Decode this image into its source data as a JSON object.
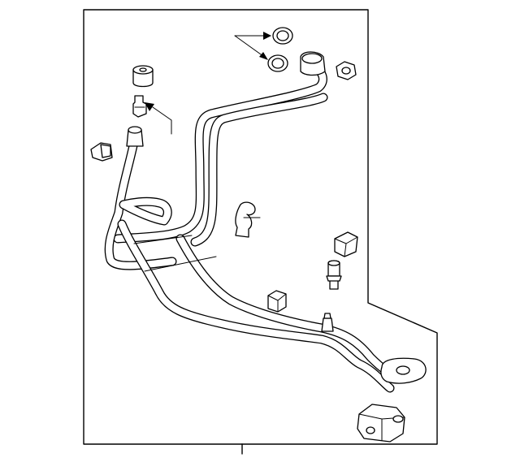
{
  "diagram": {
    "labels": [],
    "colors": {
      "line": "#000000",
      "background": "#ffffff"
    },
    "parts": [
      "o-ring-seal-upper",
      "o-ring-seal-lower",
      "rubber-grommet",
      "valve-core",
      "clip-bracket",
      "hex-nut",
      "tube-clip",
      "rubber-cap",
      "valve-fitting",
      "small-cap",
      "block-fitting",
      "ac-hose-assembly"
    ]
  }
}
